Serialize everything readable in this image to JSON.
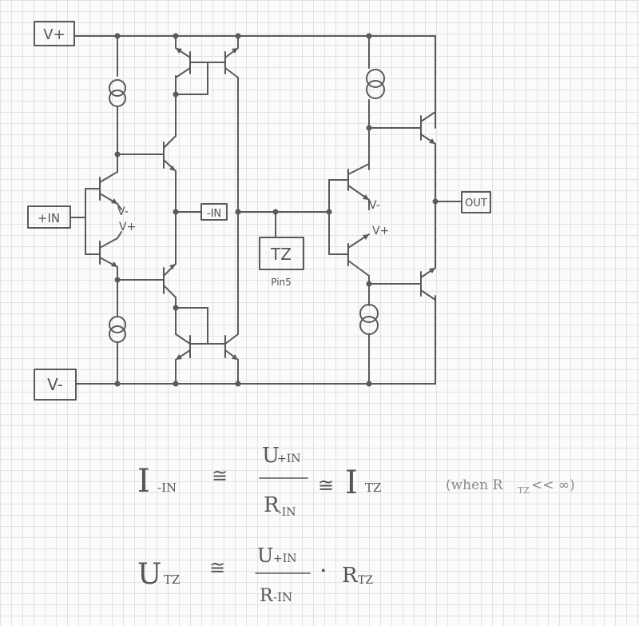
{
  "labels": {
    "vplus": "V+",
    "vminus": "V-",
    "plus_in": "+IN",
    "minus_in": "-IN",
    "tz": "TZ",
    "pin5": "Pin5",
    "out": "OUT",
    "vm_left": "V-",
    "vp_left": "V+",
    "vm_right": "V-",
    "vp_right": "V+"
  },
  "equations": {
    "eq1": {
      "lhs": "I",
      "lhs_sub": "-IN",
      "approx1": "≅",
      "numer": "U",
      "numer_sub": "+IN",
      "denom": "R",
      "denom_sub": "-IN",
      "approx2": "≅",
      "rhs": "I",
      "rhs_sub": "TZ",
      "note": "(when R",
      "note_sub": "TZ",
      "note_tail": " << ∞)"
    },
    "eq2": {
      "lhs": "U",
      "lhs_sub": "TZ",
      "approx": "≅",
      "numer": "U",
      "numer_sub": "+IN",
      "denom": "R",
      "denom_sub": "-IN",
      "dot": "·",
      "rhs": "R",
      "rhs_sub": "TZ"
    }
  }
}
